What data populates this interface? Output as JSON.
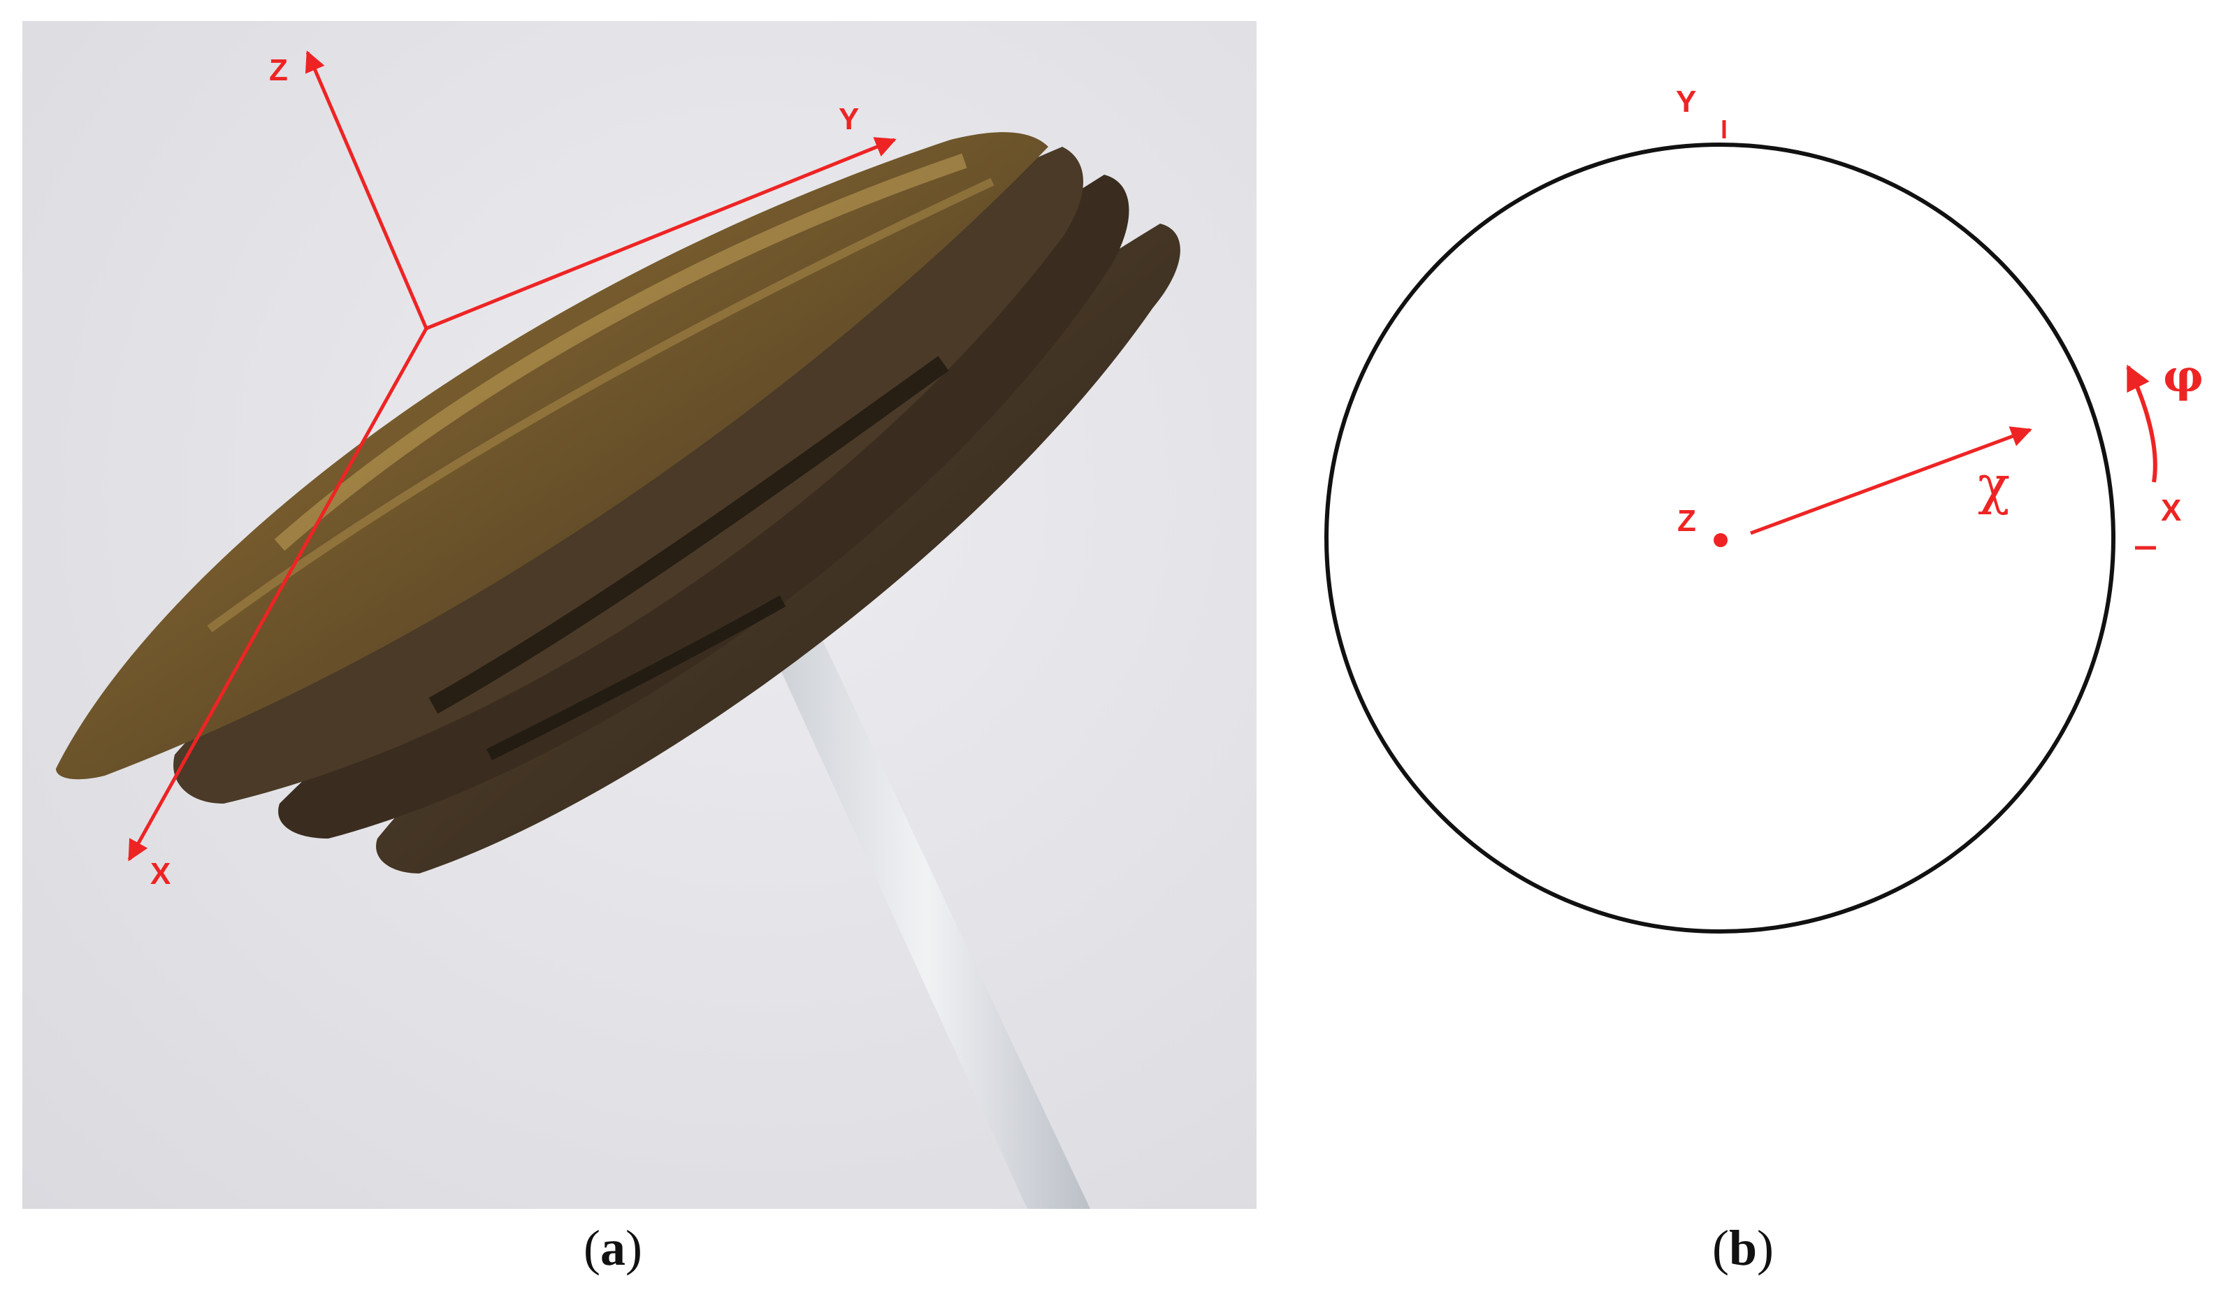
{
  "panels": [
    {
      "id": "a",
      "caption_open": "(",
      "caption_letter": "a",
      "caption_close": ")",
      "axis_labels": {
        "z": "Z",
        "y": "Y",
        "x": "X"
      }
    },
    {
      "id": "b",
      "caption_open": "(",
      "caption_letter": "b",
      "caption_close": ")",
      "axis_labels": {
        "y": "Y",
        "x": "X",
        "z": "Z"
      },
      "angle_labels": {
        "chi": "χ",
        "phi": "φ"
      }
    }
  ],
  "colors": {
    "annotation": "#ee2424",
    "circle": "#111111",
    "background": "#ffffff",
    "photo_background": "#e6e6ea",
    "shell_dark": "#3f3322",
    "shell_light": "#9c7a3c",
    "rod": "#d7dadf"
  }
}
